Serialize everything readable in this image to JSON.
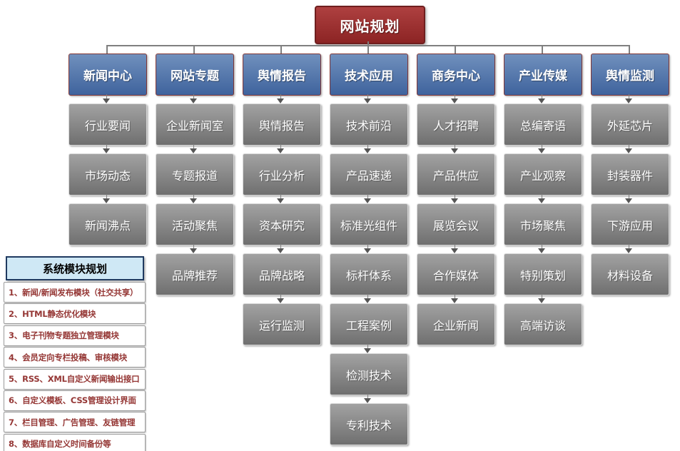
{
  "title": "网站规划",
  "colors": {
    "root_red": "#9a3030",
    "root_border": "#6f1f1f",
    "header_blue": "#4f74a8",
    "header_border": "#823634",
    "node_gray": "#8a8a8a",
    "connector_gray": "#7f7f7f",
    "panel_header_bg": "#cfe8f5",
    "panel_header_border": "#1f3a60",
    "panel_item_text": "#953735"
  },
  "columns": [
    {
      "header": "新闻中心",
      "items": [
        "行业要闻",
        "市场动态",
        "新闻沸点"
      ]
    },
    {
      "header": "网站专题",
      "items": [
        "企业新闻室",
        "专题报道",
        "活动聚焦",
        "品牌推荐"
      ]
    },
    {
      "header": "舆情报告",
      "items": [
        "舆情报告",
        "行业分析",
        "资本研究",
        "品牌战略",
        "运行监测"
      ]
    },
    {
      "header": "技术应用",
      "items": [
        "技术前沿",
        "产品速递",
        "标准光组件",
        "标杆体系",
        "工程案例",
        "检测技术",
        "专利技术"
      ]
    },
    {
      "header": "商务中心",
      "items": [
        "人才招聘",
        "产品供应",
        "展览会议",
        "合作媒体",
        "企业新闻"
      ]
    },
    {
      "header": "产业传媒",
      "items": [
        "总编寄语",
        "产业观察",
        "市场聚焦",
        "特别策划",
        "高端访谈"
      ]
    },
    {
      "header": "舆情监测",
      "items": [
        "外延芯片",
        "封装器件",
        "下游应用",
        "材料设备"
      ]
    }
  ],
  "side_panel": {
    "title": "系统模块规划",
    "items": [
      "1、新闻/新闻发布模块（社交共享）",
      "2、HTML静态优化模块",
      "3、电子刊物专题独立管理模块",
      "4、会员定向专栏投稿、审核模块",
      "5、RSS、XML自定义新闻输出接口",
      "6、自定义模板、CSS管理设计界面",
      "7、栏目管理、广告管理、友链管理",
      "8、数据库自定义时间备份等"
    ]
  }
}
